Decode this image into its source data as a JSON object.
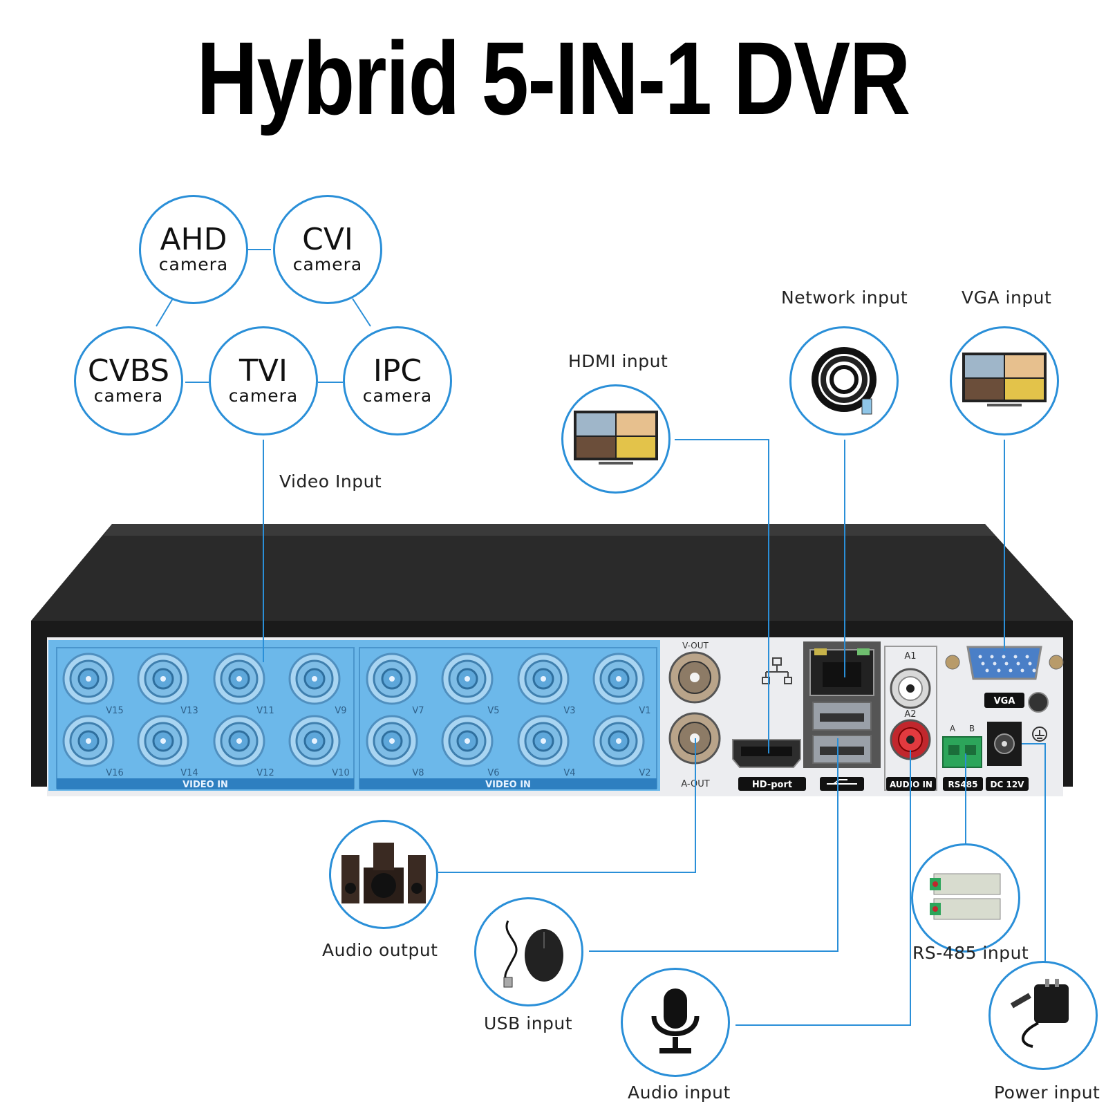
{
  "title": "Hybrid 5-IN-1 DVR",
  "cameras": [
    {
      "big": "AHD",
      "small": "camera"
    },
    {
      "big": "CVI",
      "small": "camera"
    },
    {
      "big": "CVBS",
      "small": "camera"
    },
    {
      "big": "TVI",
      "small": "camera"
    },
    {
      "big": "IPC",
      "small": "camera"
    }
  ],
  "labels": {
    "video_input": "Video Input",
    "hdmi_input": "HDMI input",
    "network_input": "Network input",
    "vga_input": "VGA input",
    "audio_output": "Audio output",
    "usb_input": "USB input",
    "audio_input": "Audio input",
    "rs485_input": "RS-485 input",
    "power_input": "Power input"
  },
  "panel": {
    "bnc_top_left": [
      "V15",
      "V13",
      "V11",
      "V9"
    ],
    "bnc_bottom_left": [
      "V16",
      "V14",
      "V12",
      "V10"
    ],
    "bnc_top_right": [
      "V7",
      "V5",
      "V3",
      "V1"
    ],
    "bnc_bottom_right": [
      "V8",
      "V6",
      "V4",
      "V2"
    ],
    "video_in": "VIDEO IN",
    "v_out": "V-OUT",
    "a_out": "A-OUT",
    "hd_port": "HD-port",
    "a1": "A1",
    "a2": "A2",
    "audio_in": "AUDIO IN",
    "vga": "VGA",
    "rs485": "RS485",
    "dc12v": "DC 12V",
    "a": "A",
    "b": "B"
  },
  "colors": {
    "accent": "#2a8fd8",
    "panel_blue": "#6cb8ea",
    "dvr_body": "#1c1c1c"
  }
}
